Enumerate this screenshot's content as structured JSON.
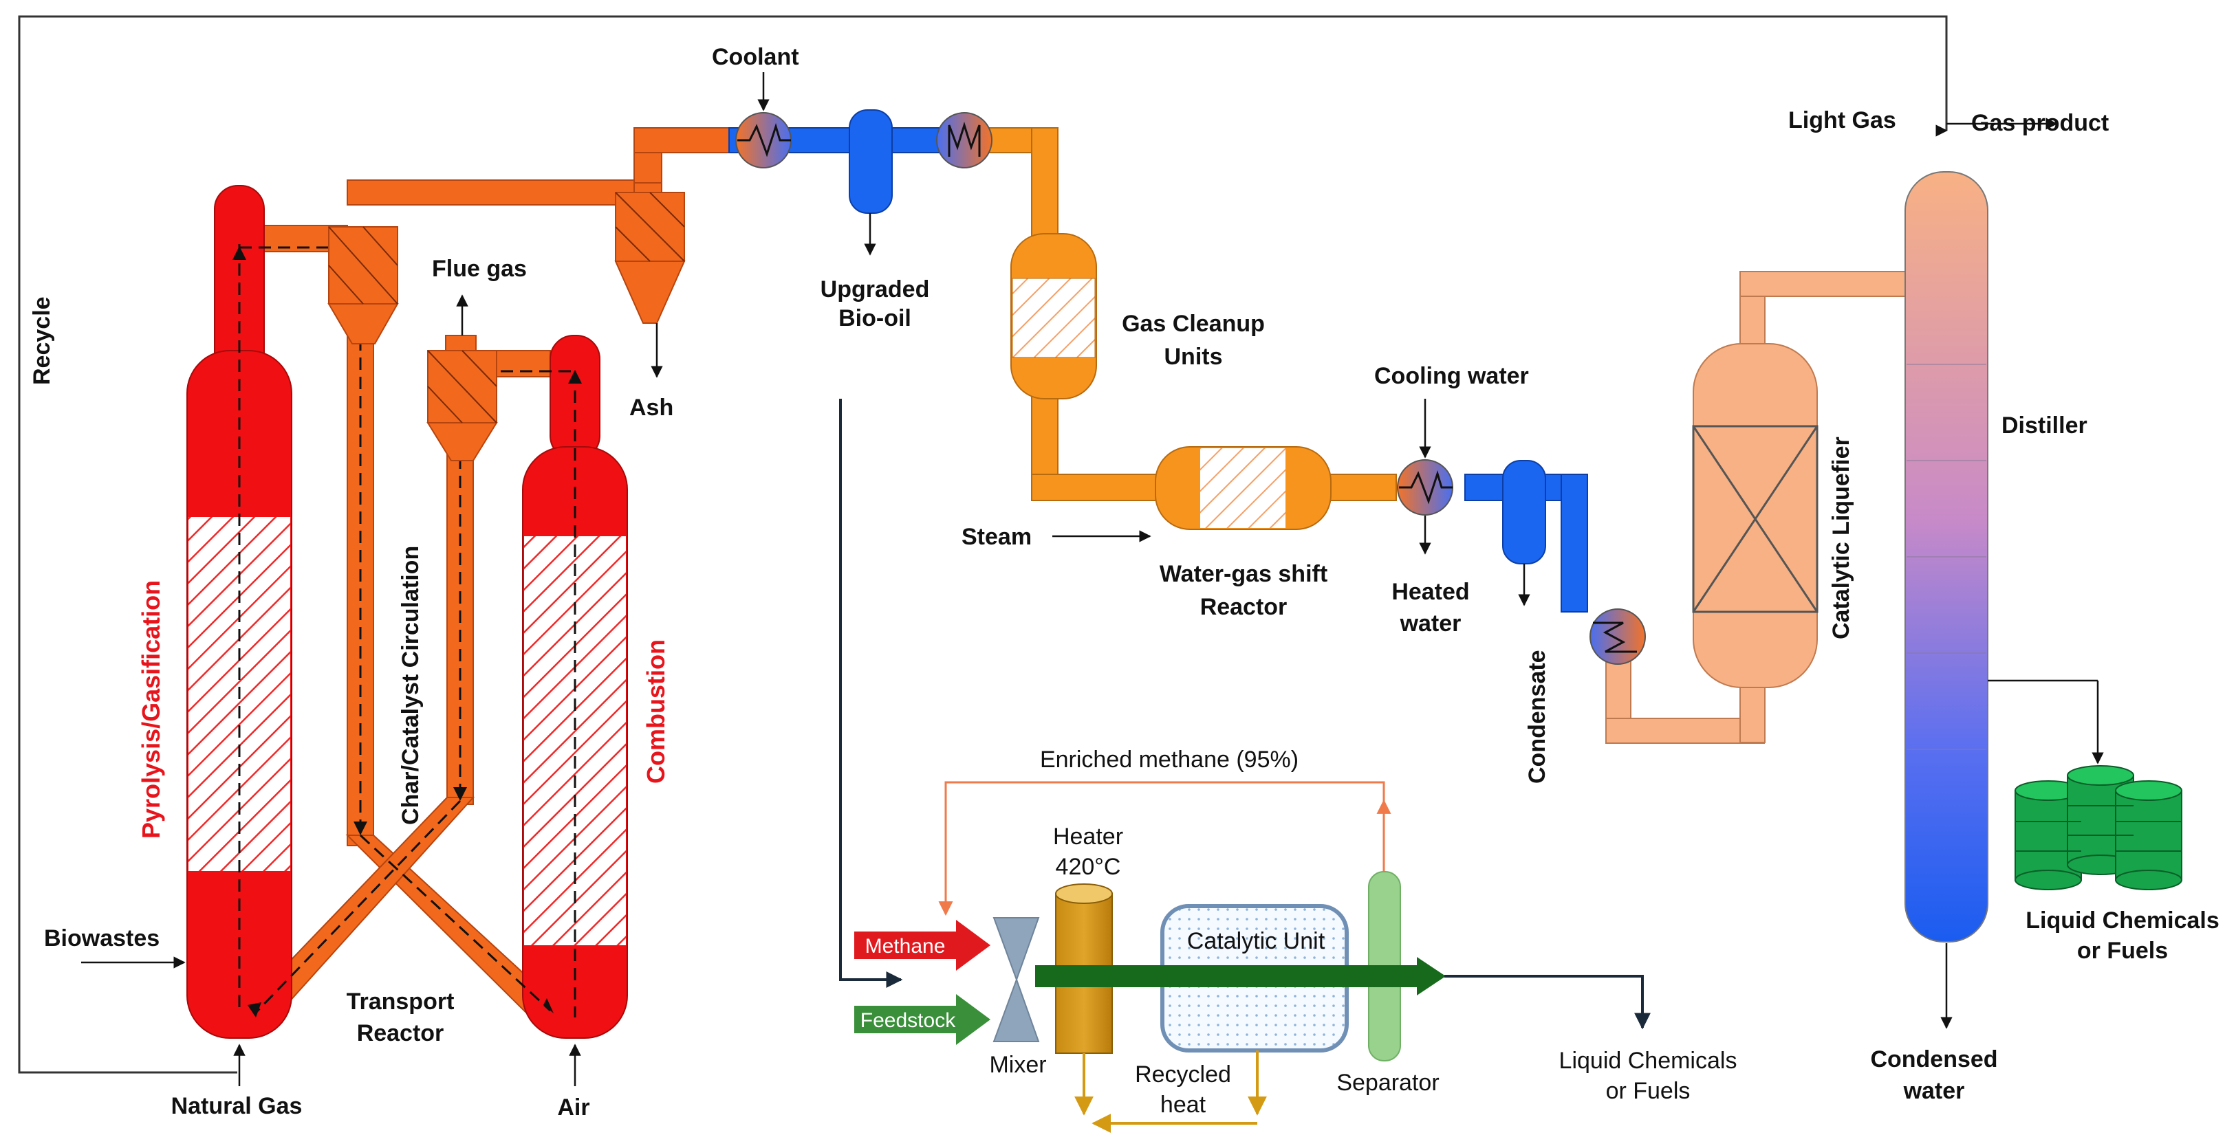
{
  "labels": {
    "recycle": "Recycle",
    "pyrolysis": "Pyrolysis/Gasification",
    "combustion": "Combustion",
    "char_circulation": "Char/Catalyst Circulation",
    "flue_gas": "Flue gas",
    "ash": "Ash",
    "coolant": "Coolant",
    "upgraded_line1": "Upgraded",
    "upgraded_line2": "Bio-oil",
    "cleanup_line1": "Gas Cleanup",
    "cleanup_line2": "Units",
    "cooling_water": "Cooling water",
    "steam": "Steam",
    "wgs_line1": "Water-gas shift",
    "wgs_line2": "Reactor",
    "heated_line1": "Heated",
    "heated_line2": "water",
    "condensate": "Condensate",
    "catalytic_liquefier": "Catalytic Liquefier",
    "light_gas": "Light Gas",
    "gas_product": "Gas product",
    "distiller": "Distiller",
    "liquid_right_line1": "Liquid Chemicals",
    "liquid_right_line2": "or Fuels",
    "condensed_line1": "Condensed",
    "condensed_line2": "water",
    "biowastes": "Biowastes",
    "transport_line1": "Transport",
    "transport_line2": "Reactor",
    "natural_gas": "Natural Gas",
    "air": "Air",
    "enriched_methane": "Enriched methane (95%)",
    "heater_line1": "Heater",
    "heater_line2": "420°C",
    "methane": "Methane",
    "feedstock": "Feedstock",
    "mixer": "Mixer",
    "catalytic_unit": "Catalytic Unit",
    "recycled_line1": "Recycled",
    "recycled_line2": "heat",
    "separator": "Separator",
    "liquid_bottom_line1": "Liquid Chemicals",
    "liquid_bottom_line2": "or Fuels"
  },
  "colors": {
    "reactor_red": "#f00f12",
    "pipe_orange": "#f2691d",
    "pipe_light_orange": "#f7941d",
    "cold_blue": "#1a66f0",
    "peach": "#f8b184",
    "label_red": "#e8141c",
    "green_barrel": "#16a34a",
    "heater_gold": "#c98b12",
    "separator_green": "#98d28d",
    "methane_arrow": "#e0191f",
    "feedstock_arrow": "#3a8f3a",
    "mixer_grey": "#8ea5bb",
    "catalytic_border": "#6f8fb5",
    "product_green": "#176a1c",
    "dark_line": "#1b2a3a"
  }
}
